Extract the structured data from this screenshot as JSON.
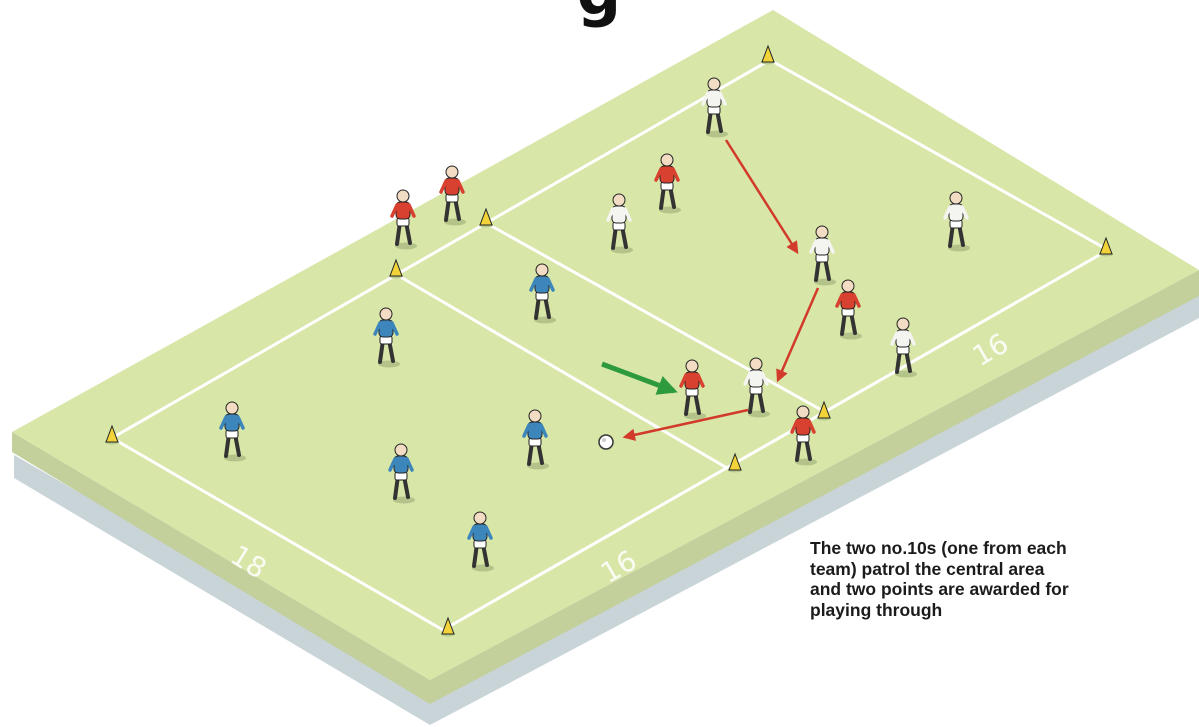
{
  "title_fragment": "g",
  "pitch": {
    "surface_color": "#d8e6a8",
    "line_color": "#ffffff",
    "edge_color": "#c7d4a4",
    "shadow_color": "#c9d4d8",
    "dimensions": {
      "length_label": "18",
      "middle_label": "16",
      "end_label": "16"
    }
  },
  "teams": {
    "red": {
      "color": "#d8412f",
      "shorts": "#ffffff"
    },
    "white": {
      "color": "#f4f4f0",
      "shorts": "#ffffff"
    },
    "blue": {
      "color": "#3d86bb",
      "shorts": "#ffffff"
    }
  },
  "arrows": {
    "pass_color": "#d23a2a",
    "movement_color": "#2e9a3e"
  },
  "cone_color": "#f2d43a",
  "caption": {
    "line1": "The two no.10s (one from each",
    "line2": "team) patrol the central area",
    "line3": "and two points are awarded for",
    "line4": "playing through"
  }
}
